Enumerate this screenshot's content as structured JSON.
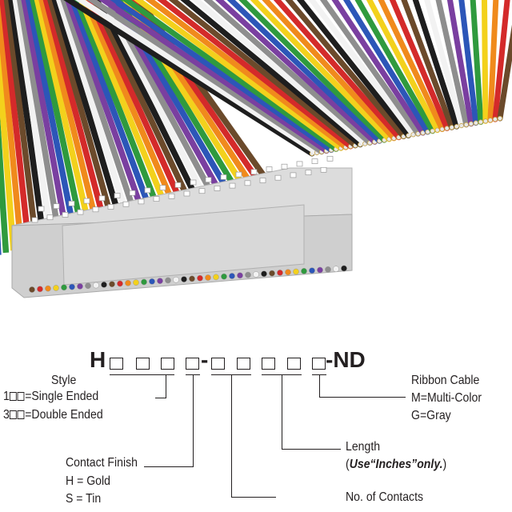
{
  "part_number": {
    "prefix": "H",
    "separator": "-",
    "suffix": "-ND",
    "boxes_before_dash": 4,
    "boxes_after_dash": 5
  },
  "style": {
    "title": "Style",
    "opt1_digit": "1",
    "opt1_text": "=Single Ended",
    "opt2_digit": "3",
    "opt2_text": "=Double Ended"
  },
  "contact_finish": {
    "title": "Contact Finish",
    "opt1": "H = Gold",
    "opt2": "S = Tin"
  },
  "contacts": {
    "title": "No. of Contacts"
  },
  "length": {
    "title": "Length",
    "note_open": "(",
    "note_bold": "Use“Inches”only.",
    "note_close": ")"
  },
  "ribbon": {
    "title": "Ribbon Cable",
    "opt1": "M=Multi-Color",
    "opt2": "G=Gray"
  },
  "wire_colors": [
    "#6b4a2b",
    "#d42a2a",
    "#f08a1c",
    "#f3d11c",
    "#2f9a3e",
    "#2c56b8",
    "#7a3fa0",
    "#8e8e8e",
    "#f2f2f2",
    "#1e1e1e"
  ]
}
